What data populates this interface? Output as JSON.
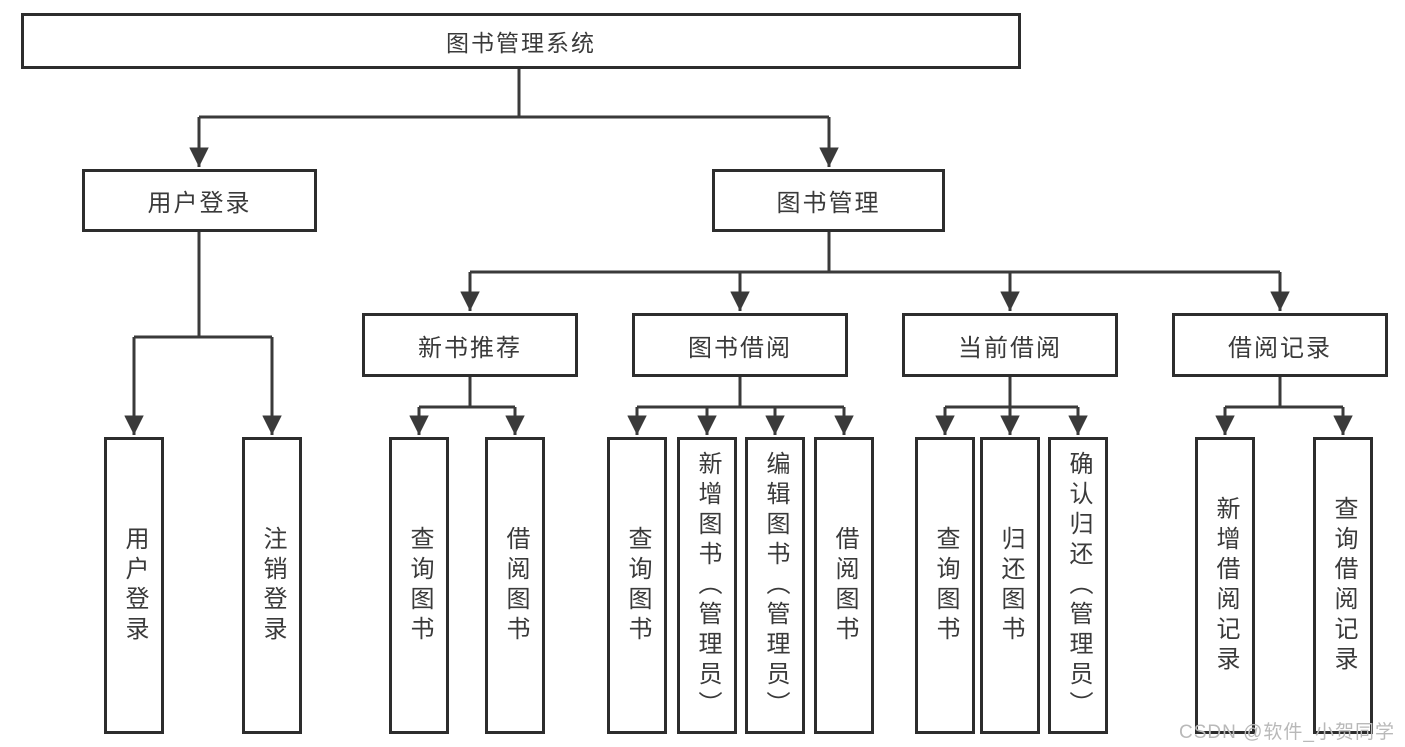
{
  "tree": {
    "root": {
      "label": "图书管理系统"
    },
    "branches": [
      {
        "label": "用户登录",
        "children": [
          "用户登录",
          "注销登录"
        ]
      },
      {
        "label": "图书管理",
        "children": [
          {
            "label": "新书推荐",
            "children": [
              "查询图书",
              "借阅图书"
            ]
          },
          {
            "label": "图书借阅",
            "children": [
              "查询图书",
              "新增图书（管理员）",
              "编辑图书（管理员）",
              "借阅图书"
            ]
          },
          {
            "label": "当前借阅",
            "children": [
              "查询图书",
              "归还图书",
              "确认归还（管理员）"
            ]
          },
          {
            "label": "借阅记录",
            "children": [
              "新增借阅记录",
              "查询借阅记录"
            ]
          }
        ]
      }
    ]
  },
  "watermark": {
    "text": "CSDN @软件_小贺同学"
  },
  "colors": {
    "line": "#3a3a3a",
    "box_border": "#2d2d2d",
    "text": "#3a3a3a",
    "watermark": "#b9b9b9",
    "background": "#ffffff"
  }
}
